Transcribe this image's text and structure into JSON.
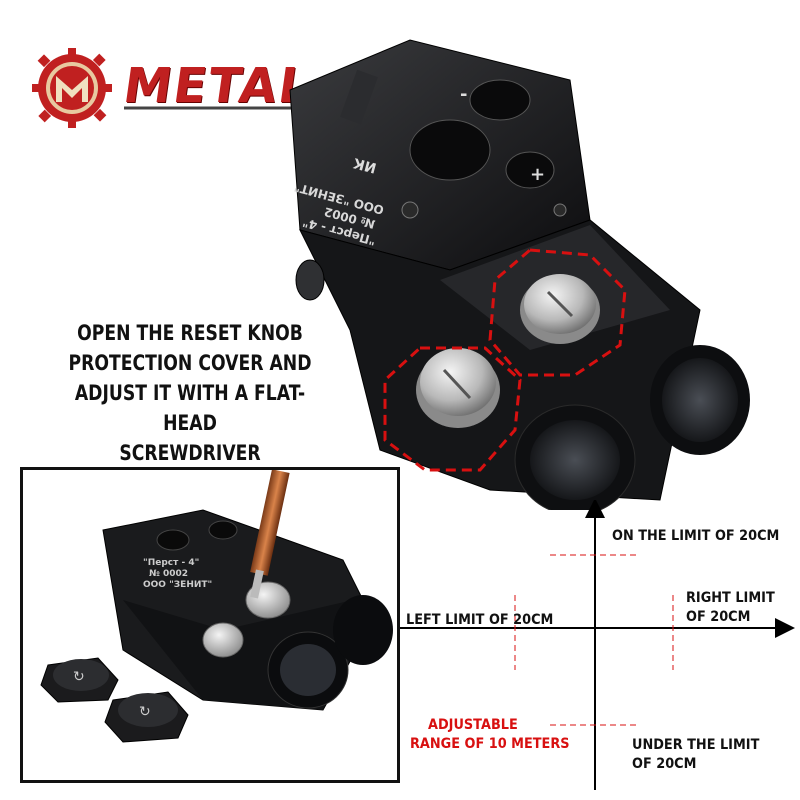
{
  "brand": {
    "logo_text": "METAL"
  },
  "instruction": {
    "lines": [
      "OPEN THE RESET KNOB",
      "PROTECTION COVER AND",
      "ADJUST IT WITH A FLAT-HEAD",
      "SCREWDRIVER"
    ]
  },
  "device": {
    "engravings": [
      "\"Перст - 4\"",
      "№ 0002",
      "ООО \"ЗЕНИТ\"",
      "ИК",
      "+",
      "-"
    ]
  },
  "diagram": {
    "top_label": "ON THE LIMIT OF 20CM",
    "right_label_1": "RIGHT LIMIT",
    "right_label_2": "OF 20CM",
    "left_label": "LEFT LIMIT OF 20CM",
    "adjustable_1": "ADJUSTABLE",
    "adjustable_2": "RANGE OF 10 METERS",
    "under_label_1": "UNDER THE LIMIT",
    "under_label_2": "OF 20CM"
  },
  "colors": {
    "brand_red": "#c02020",
    "accent_red": "#d81010",
    "device_black": "#1b1c1e",
    "metal_silver": "#c8c8c8"
  }
}
